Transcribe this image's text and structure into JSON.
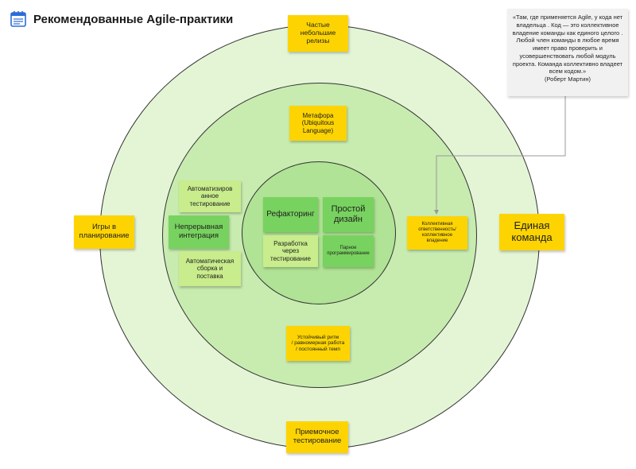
{
  "header": {
    "title": "Рекомендованные Agile-практики"
  },
  "quote": {
    "text": "«Там, где применяется Agile, у кода нет владельца . Код — это коллективное владение команды как единого целого . Любой член команды в любое время имеет право проверить и усовершенствовать любой модуль проекта. Команда коллективно владеет всем кодом.»\n(Роберт Мартин)"
  },
  "outer": {
    "releases": "Частые\nнебольшие\nрелизы",
    "planning_game": "Игры в\nпланирование",
    "whole_team": "Единая\nкоманда",
    "acceptance_testing": "Приемочное\nтестирование"
  },
  "middle": {
    "metaphor": "Метафора\n(Ubiquitous\nLanguage)",
    "automated_testing": "Автоматизиров\nанное\nтестирование",
    "continuous_integration": "Непрерывная\nинтеграция",
    "automated_build": "Автоматическая\nсборка и\nпоставка",
    "collective_ownership": "Коллективная\nответственность/\nколлективное\nвладение",
    "sustainable_pace": "Устойчивый ритм\n/ равномерная работа\n/ постоянный темп"
  },
  "inner": {
    "refactoring": "Рефакторинг",
    "simple_design": "Простой\nдизайн",
    "tdd": "Разработка\nчерез\nтестирование",
    "pair_programming": "Парное\nпрограммирование"
  },
  "colors": {
    "outer_ring": "#e4f5d6",
    "middle_ring": "#c8ecb0",
    "inner_ring": "#b0e395",
    "sticky_yellow": "#fdd402",
    "sticky_light_green": "#c9ec8c",
    "sticky_green": "#78d25f"
  }
}
